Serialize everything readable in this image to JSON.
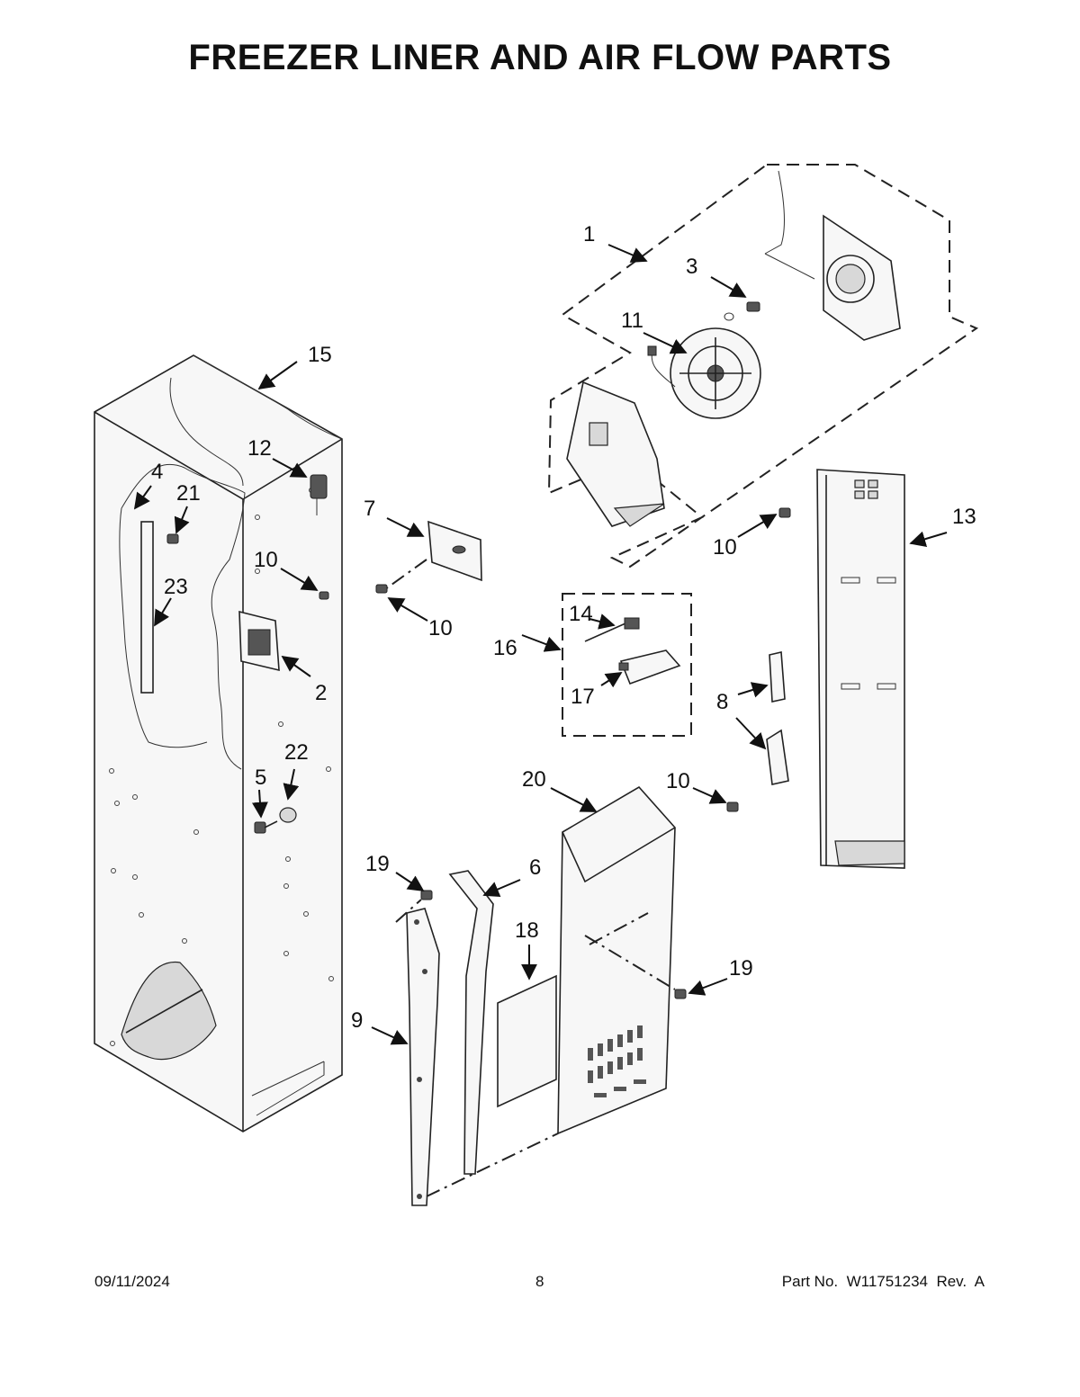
{
  "title": "FREEZER LINER AND AIR FLOW PARTS",
  "callouts": [
    {
      "id": "c1",
      "label": "1"
    },
    {
      "id": "c2",
      "label": "2"
    },
    {
      "id": "c3",
      "label": "3"
    },
    {
      "id": "c4",
      "label": "4"
    },
    {
      "id": "c5",
      "label": "5"
    },
    {
      "id": "c6",
      "label": "6"
    },
    {
      "id": "c7",
      "label": "7"
    },
    {
      "id": "c8",
      "label": "8"
    },
    {
      "id": "c9",
      "label": "9"
    },
    {
      "id": "c10a",
      "label": "10"
    },
    {
      "id": "c10b",
      "label": "10"
    },
    {
      "id": "c10c",
      "label": "10"
    },
    {
      "id": "c10d",
      "label": "10"
    },
    {
      "id": "c11",
      "label": "11"
    },
    {
      "id": "c12",
      "label": "12"
    },
    {
      "id": "c13",
      "label": "13"
    },
    {
      "id": "c14",
      "label": "14"
    },
    {
      "id": "c15",
      "label": "15"
    },
    {
      "id": "c16",
      "label": "16"
    },
    {
      "id": "c17",
      "label": "17"
    },
    {
      "id": "c18",
      "label": "18"
    },
    {
      "id": "c19a",
      "label": "19"
    },
    {
      "id": "c19b",
      "label": "19"
    },
    {
      "id": "c20",
      "label": "20"
    },
    {
      "id": "c21",
      "label": "21"
    },
    {
      "id": "c22",
      "label": "22"
    },
    {
      "id": "c23",
      "label": "23"
    }
  ],
  "footer": {
    "date": "09/11/2024",
    "page": "8",
    "part_no": "Part No.  W11751234  Rev.  A"
  }
}
